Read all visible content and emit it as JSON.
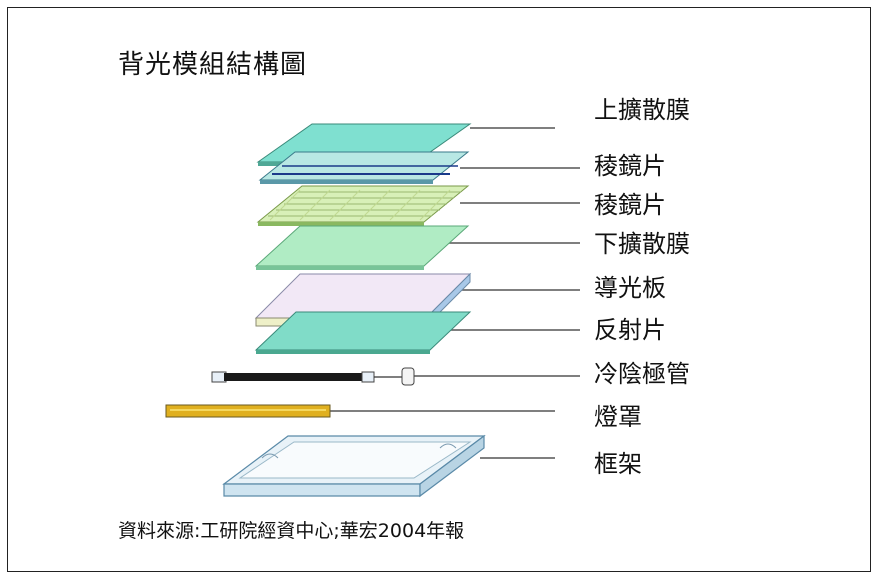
{
  "title": "背光模組結構圖",
  "layers": [
    {
      "id": "upper-diffuser",
      "label": "上擴散膜",
      "color": "#7fe0d0"
    },
    {
      "id": "prism-sheet-1",
      "label": "稜鏡片",
      "color": "#9fdcd8"
    },
    {
      "id": "prism-sheet-2",
      "label": "稜鏡片",
      "color": "#c8e8a8"
    },
    {
      "id": "lower-diffuser",
      "label": "下擴散膜",
      "color": "#a8ecc0"
    },
    {
      "id": "light-guide-plate",
      "label": "導光板",
      "color": "#efe4f4"
    },
    {
      "id": "reflector-sheet",
      "label": "反射片",
      "color": "#7fdcc8"
    },
    {
      "id": "ccfl",
      "label": "冷陰極管",
      "color": "#1a1a1a"
    },
    {
      "id": "lamp-reflector",
      "label": "燈罩",
      "color": "#e0b020"
    },
    {
      "id": "frame",
      "label": "框架",
      "color": "#d8ecf4"
    }
  ],
  "source": "資料來源:工研院經資中心;華宏2004年報"
}
